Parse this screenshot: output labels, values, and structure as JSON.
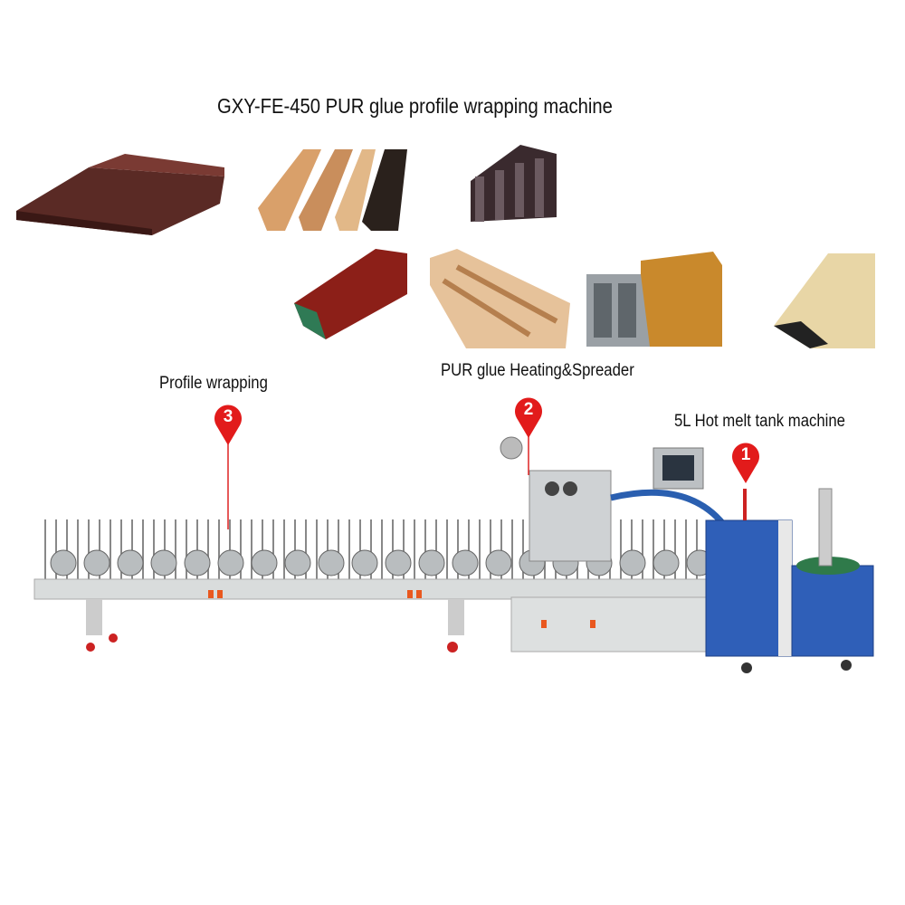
{
  "title": "GXY-FE-450 PUR glue profile wrapping machine",
  "labels": {
    "profile_wrapping": "Profile wrapping",
    "glue_spreader": "PUR glue Heating&Spreader",
    "hot_melt_tank": "5L Hot melt tank machine"
  },
  "markers": [
    "1",
    "2",
    "3"
  ],
  "colors": {
    "marker_red": "#e21b1b",
    "machine_gray": "#d9dcdc",
    "tank_blue": "#2f5fb8"
  }
}
